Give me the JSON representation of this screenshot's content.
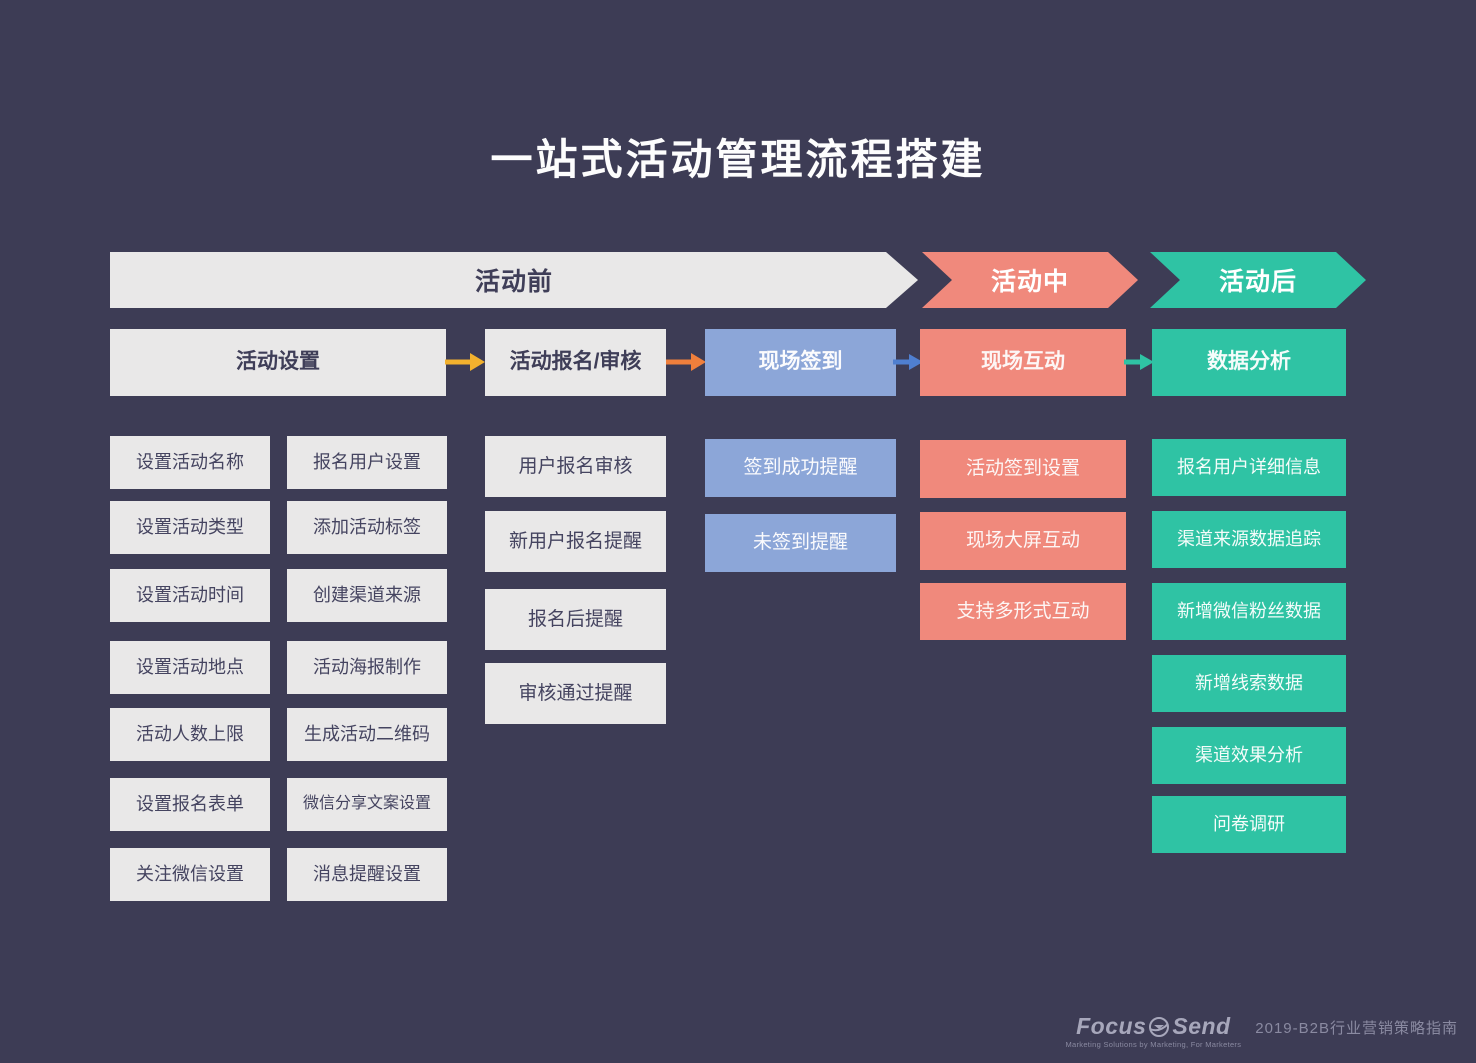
{
  "title": "一站式活动管理流程搭建",
  "colors": {
    "background": "#3D3C55",
    "neutral_box": "#E9E8E8",
    "blue_box": "#8CA6D8",
    "pink_box": "#F0897C",
    "teal_box": "#2FC3A4",
    "arrow_yellow": "#F2B12E",
    "arrow_orange": "#EF7F3C",
    "arrow_blue": "#4F7FD0",
    "arrow_teal": "#2FC3A4",
    "dark_text": "#3F3E58"
  },
  "stages": {
    "pre": "活动前",
    "during": "活动中",
    "post": "活动后"
  },
  "steps": {
    "setup": "活动设置",
    "signup": "活动报名/审核",
    "checkin": "现场签到",
    "interaction": "现场互动",
    "analysis": "数据分析"
  },
  "setup_items_left": [
    "设置活动名称",
    "设置活动类型",
    "设置活动时间",
    "设置活动地点",
    "活动人数上限",
    "设置报名表单",
    "关注微信设置"
  ],
  "setup_items_right": [
    "报名用户设置",
    "添加活动标签",
    "创建渠道来源",
    "活动海报制作",
    "生成活动二维码",
    "微信分享文案设置",
    "消息提醒设置"
  ],
  "signup_items": [
    "用户报名审核",
    "新用户报名提醒",
    "报名后提醒",
    "审核通过提醒"
  ],
  "checkin_items": [
    "签到成功提醒",
    "未签到提醒"
  ],
  "interaction_items": [
    "活动签到设置",
    "现场大屏互动",
    "支持多形式互动"
  ],
  "analysis_items": [
    "报名用户详细信息",
    "渠道来源数据追踪",
    "新增微信粉丝数据",
    "新增线索数据",
    "渠道效果分析",
    "问卷调研"
  ],
  "footer": {
    "brand_focus": "Focus",
    "brand_send": "Send",
    "tagline": "Marketing Solutions by Marketing, For Marketers",
    "edition": "2019-B2B行业营销策略指南"
  }
}
